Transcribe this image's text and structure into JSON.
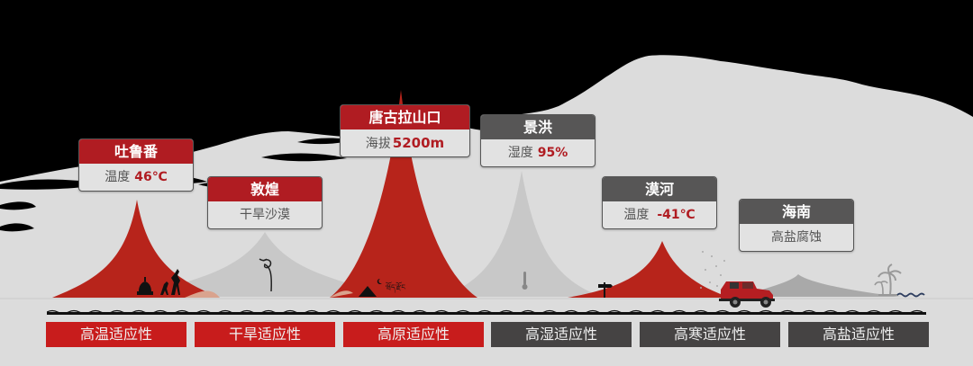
{
  "locations": [
    {
      "name": "吐鲁番",
      "metric_label": "温度",
      "metric_value": "46℃",
      "theme": "red"
    },
    {
      "name": "敦煌",
      "description": "干旱沙漠",
      "theme": "red"
    },
    {
      "name": "唐古拉山口",
      "metric_label": "海拔",
      "metric_value": "5200m",
      "theme": "red"
    },
    {
      "name": "景洪",
      "metric_label": "湿度",
      "metric_value": "95%",
      "theme": "gray"
    },
    {
      "name": "漠河",
      "metric_label": "温度",
      "metric_value": "-41℃",
      "theme": "gray"
    },
    {
      "name": "海南",
      "description": "高盐腐蚀",
      "theme": "gray"
    }
  ],
  "adaptability_labels": [
    {
      "label": "高温适应性",
      "theme": "red"
    },
    {
      "label": "干旱适应性",
      "theme": "red"
    },
    {
      "label": "高原适应性",
      "theme": "red"
    },
    {
      "label": "高湿适应性",
      "theme": "gray"
    },
    {
      "label": "高寒适应性",
      "theme": "gray"
    },
    {
      "label": "高盐适应性",
      "theme": "gray"
    }
  ],
  "icons": [
    "stupa-dancers-icon",
    "flying-apsara-icon",
    "tent-tibetan-script-icon",
    "thermometer-icon",
    "signpost-icon",
    "red-suv-icon",
    "palm-trees-waves-icon"
  ],
  "colors": {
    "accent_red": "#b01c22",
    "bar_red": "#c81c1c",
    "dark_gray": "#454343",
    "header_gray": "#575656",
    "background": "#dcdcdc"
  }
}
